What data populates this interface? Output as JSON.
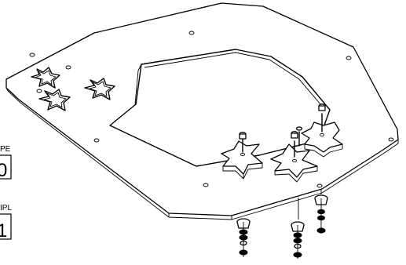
{
  "labels": {
    "top_small": "PE",
    "top_big": "0",
    "bottom_small": "IPL",
    "bottom_big": "1"
  }
}
